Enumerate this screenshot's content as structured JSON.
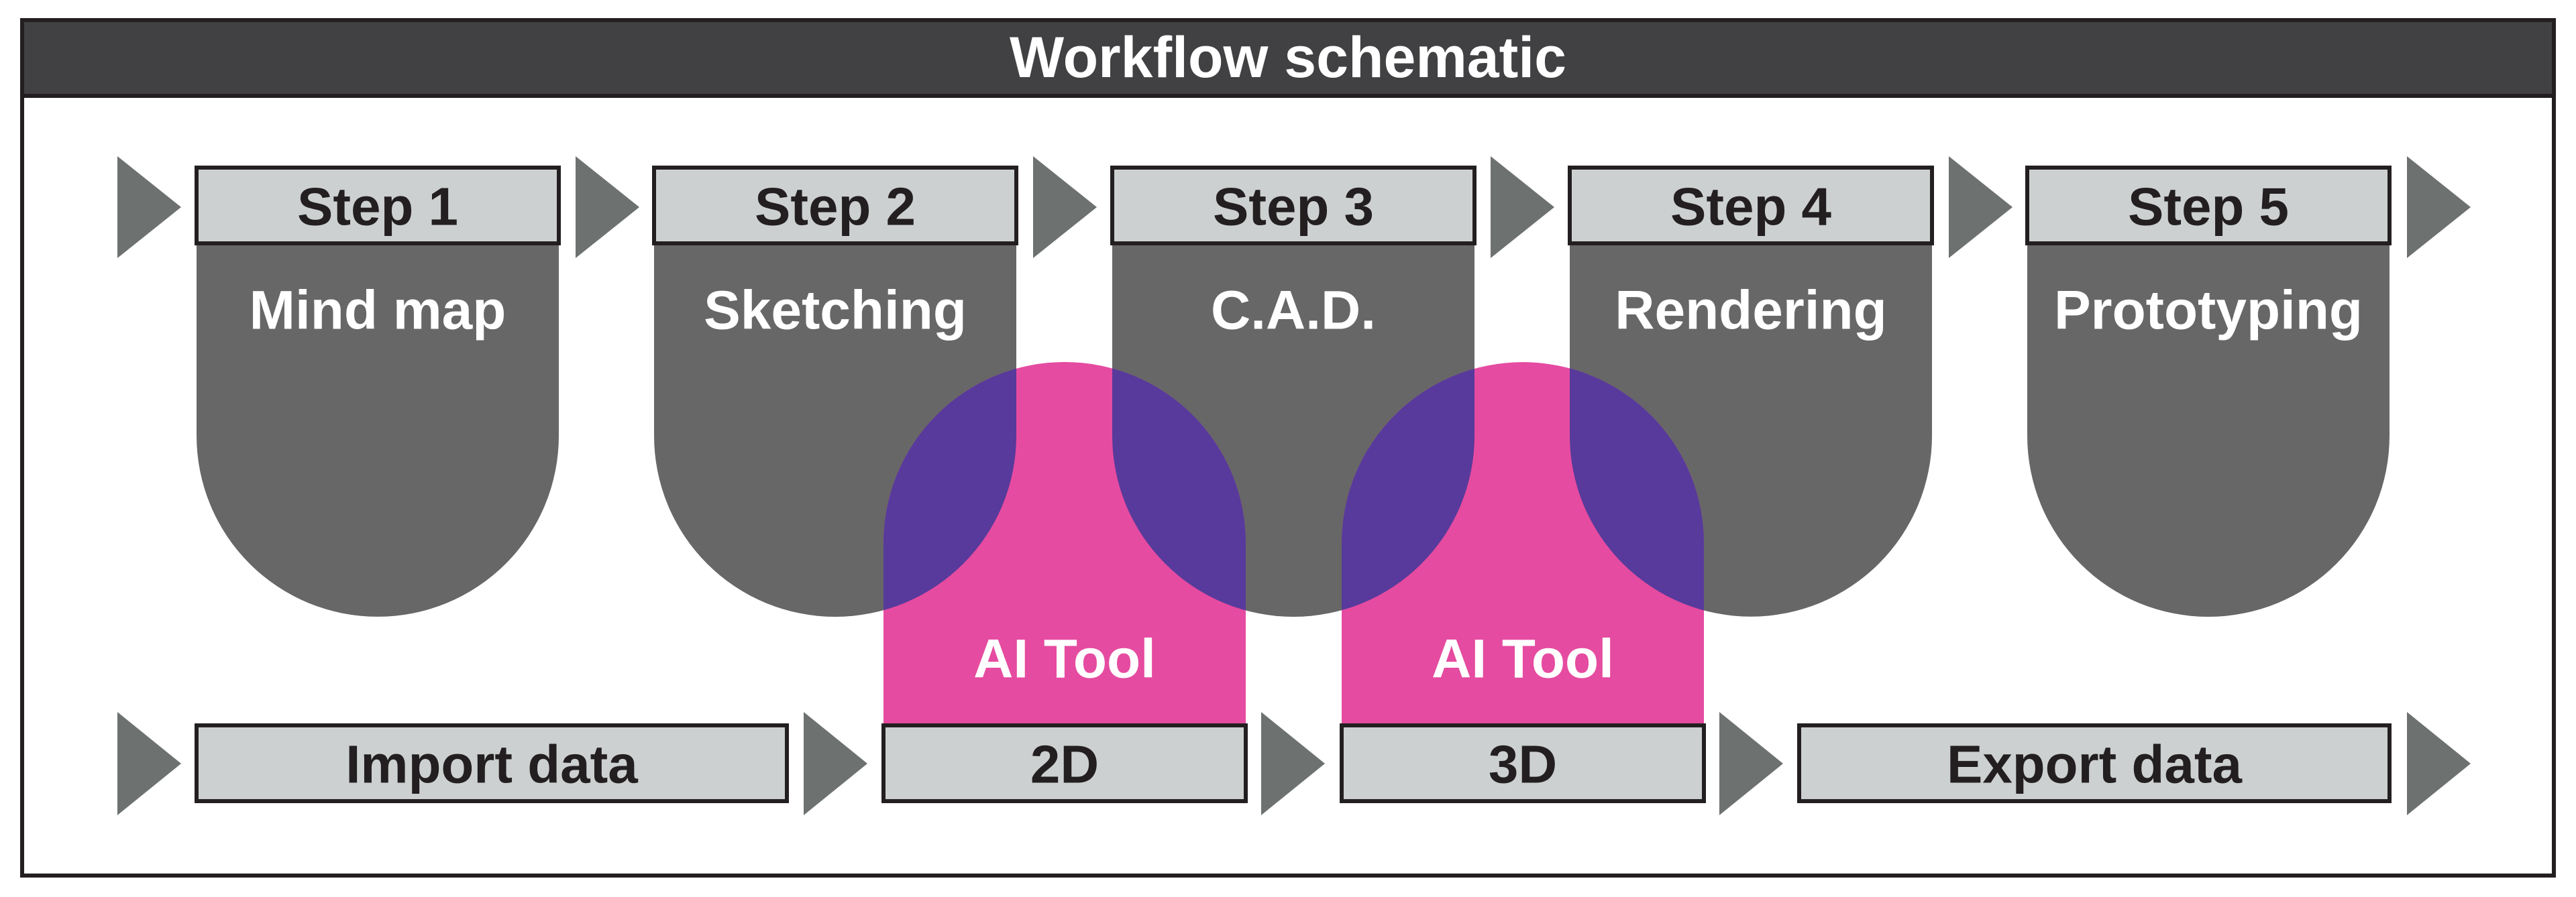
{
  "title": "Workflow schematic",
  "colors": {
    "title_bar": "#414042",
    "step_body": "#676767",
    "header_box": "#cdd0d0",
    "arrow": "#6d7170",
    "ai_tool": "#e54ba0",
    "overlap": "#573a9b",
    "border": "#231f20",
    "text_light": "#ffffff",
    "text_dark": "#231f20"
  },
  "steps": [
    {
      "header": "Step 1",
      "label": "Mind map"
    },
    {
      "header": "Step 2",
      "label": "Sketching"
    },
    {
      "header": "Step 3",
      "label": "C.A.D."
    },
    {
      "header": "Step 4",
      "label": "Rendering"
    },
    {
      "header": "Step 5",
      "label": "Prototyping"
    }
  ],
  "ai_tools": [
    {
      "label": "AI Tool",
      "io_label": "2D"
    },
    {
      "label": "AI Tool",
      "io_label": "3D"
    }
  ],
  "data_bar": {
    "import_label": "Import data",
    "export_label": "Export data"
  }
}
